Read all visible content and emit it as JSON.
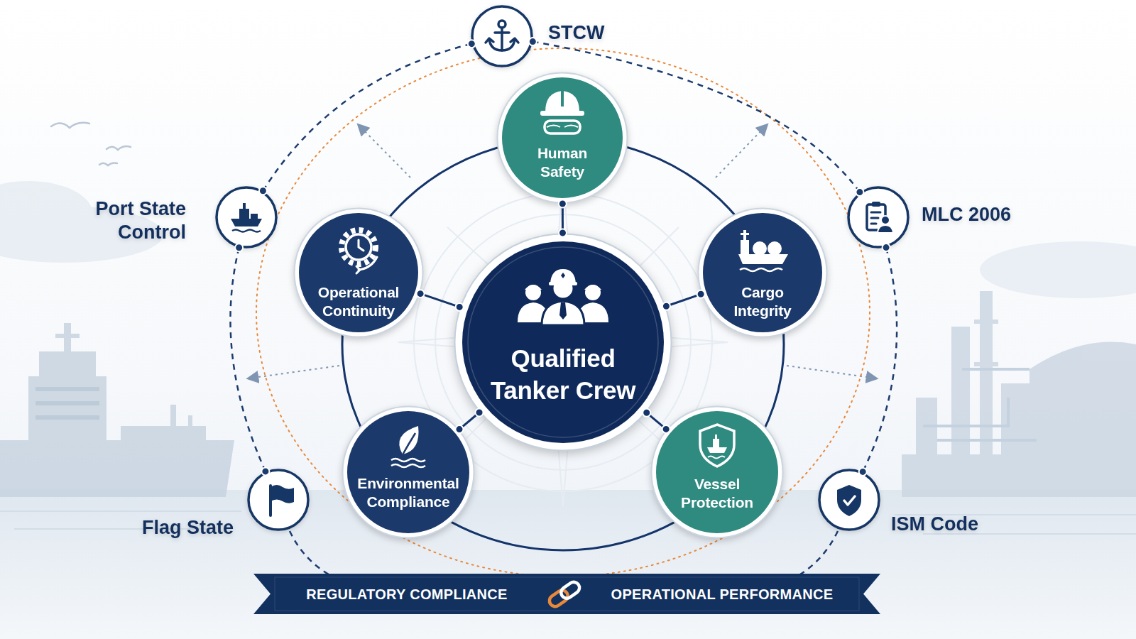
{
  "diagram": {
    "nodes": [
      {
        "text": [
          "STCW"
        ]
      },
      {
        "text": [
          "Port State Control"
        ]
      },
      {
        "text": [
          "MLC 2006"
        ]
      },
      {
        "text": [
          "Human Safety"
        ]
      },
      {
        "text": [
          "Operational Continuity"
        ]
      },
      {
        "text": [
          "Qualified Tanker Crew"
        ]
      },
      {
        "text": [
          "Cargo Integrity"
        ]
      },
      {
        "text": [
          "Environmental Compliance"
        ]
      },
      {
        "text": [
          "Vessel Protection"
        ]
      },
      {
        "text": [
          "Flag State"
        ]
      },
      {
        "text": [
          "ISM Code"
        ]
      },
      {
        "text": [
          "REGULATORY COMPLIANCE",
          "OPERATIONAL PERFORMANCE"
        ]
      }
    ],
    "edges": [
      {
        "from": 5,
        "to": 3,
        "arrow": "none"
      },
      {
        "from": 5,
        "to": 4,
        "arrow": "none"
      },
      {
        "from": 5,
        "to": 6,
        "arrow": "none"
      },
      {
        "from": 5,
        "to": 7,
        "arrow": "none"
      },
      {
        "from": 5,
        "to": 8,
        "arrow": "none"
      },
      {
        "from": 1,
        "to": 0,
        "arrow": "none"
      },
      {
        "from": 0,
        "to": 2,
        "arrow": "none"
      },
      {
        "from": 2,
        "to": 10,
        "arrow": "none"
      },
      {
        "from": 9,
        "to": 1,
        "arrow": "none"
      }
    ]
  }
}
